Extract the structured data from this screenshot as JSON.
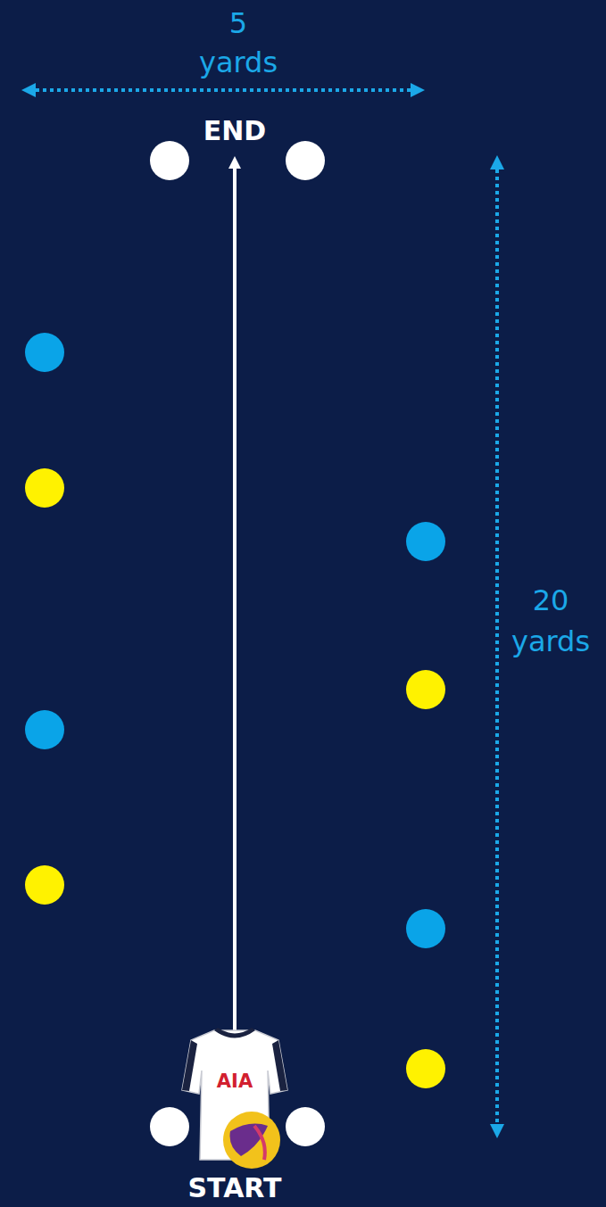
{
  "diagram": {
    "labels": [
      "5 yards",
      "END",
      "20 yards",
      "AIA",
      "START"
    ]
  }
}
